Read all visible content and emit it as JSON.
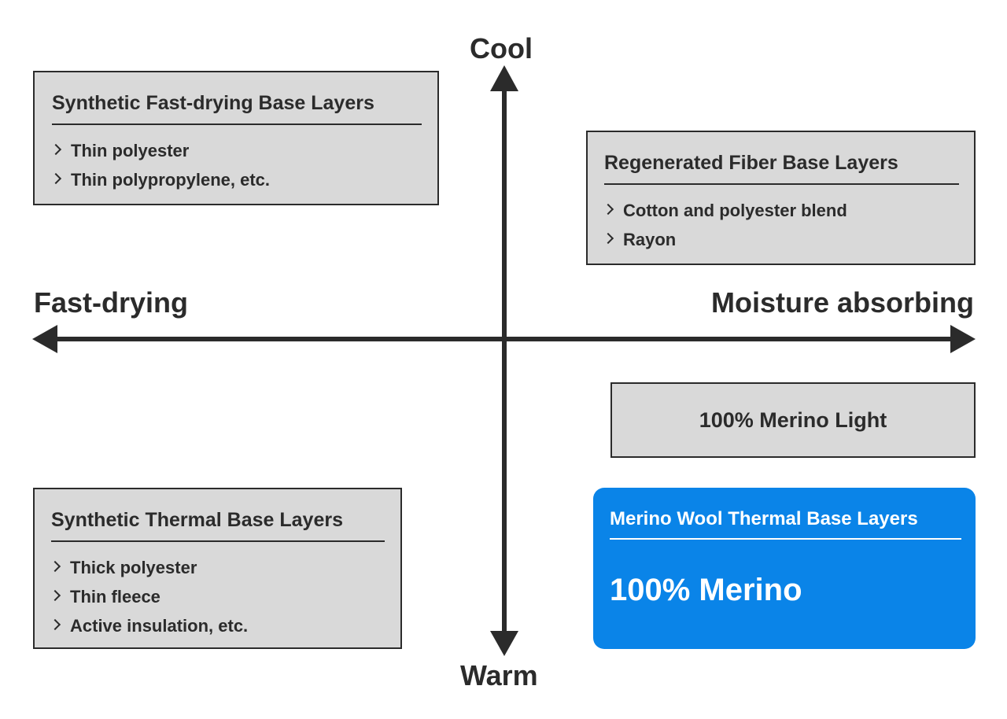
{
  "axes": {
    "top": "Cool",
    "bottom": "Warm",
    "left": "Fast-drying",
    "right": "Moisture absorbing"
  },
  "boxes": {
    "synthetic_fast": {
      "title": "Synthetic Fast-drying Base Layers",
      "items": [
        "Thin polyester",
        "Thin polypropylene, etc."
      ]
    },
    "regenerated": {
      "title": "Regenerated Fiber Base Layers",
      "items": [
        "Cotton and polyester blend",
        "Rayon"
      ]
    },
    "merino_light": {
      "label": "100% Merino Light"
    },
    "synthetic_thermal": {
      "title": "Synthetic Thermal Base Layers",
      "items": [
        "Thick polyester",
        "Thin fleece",
        "Active insulation, etc."
      ]
    },
    "merino_thermal": {
      "title": "Merino Wool Thermal Base Layers",
      "main": "100% Merino"
    }
  },
  "colors": {
    "axis": "#2b2b2b",
    "box_fill": "#d9d9d9",
    "highlight": "#0a84e8",
    "highlight_text": "#ffffff"
  },
  "icons": {
    "list_bullet": "chevron-right-icon"
  }
}
